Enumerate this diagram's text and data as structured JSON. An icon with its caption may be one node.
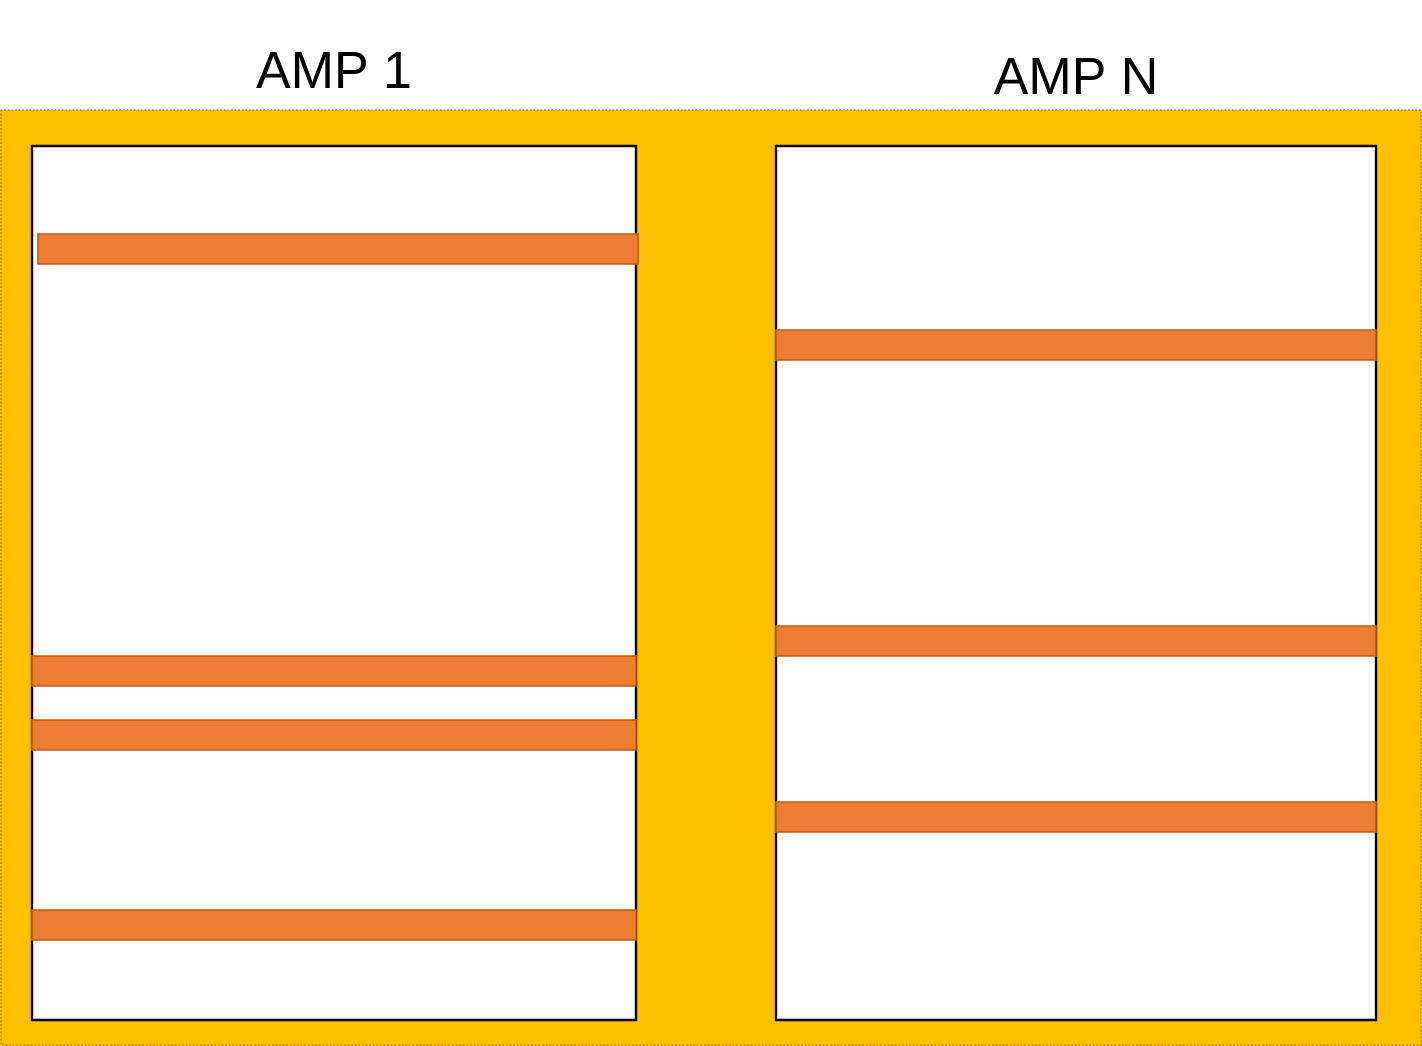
{
  "diagram": {
    "nodes": [
      {
        "text": [
          "AMP 1"
        ]
      },
      {
        "text": [],
        "shape": "bar",
        "in": 0
      },
      {
        "text": [],
        "shape": "bar",
        "in": 0
      },
      {
        "text": [],
        "shape": "bar",
        "in": 0
      },
      {
        "text": [],
        "shape": "bar",
        "in": 0
      },
      {
        "text": [
          "AMP N"
        ]
      },
      {
        "text": [],
        "shape": "bar",
        "in": 5
      },
      {
        "text": [],
        "shape": "bar",
        "in": 5
      },
      {
        "text": [],
        "shape": "bar",
        "in": 5
      }
    ]
  }
}
